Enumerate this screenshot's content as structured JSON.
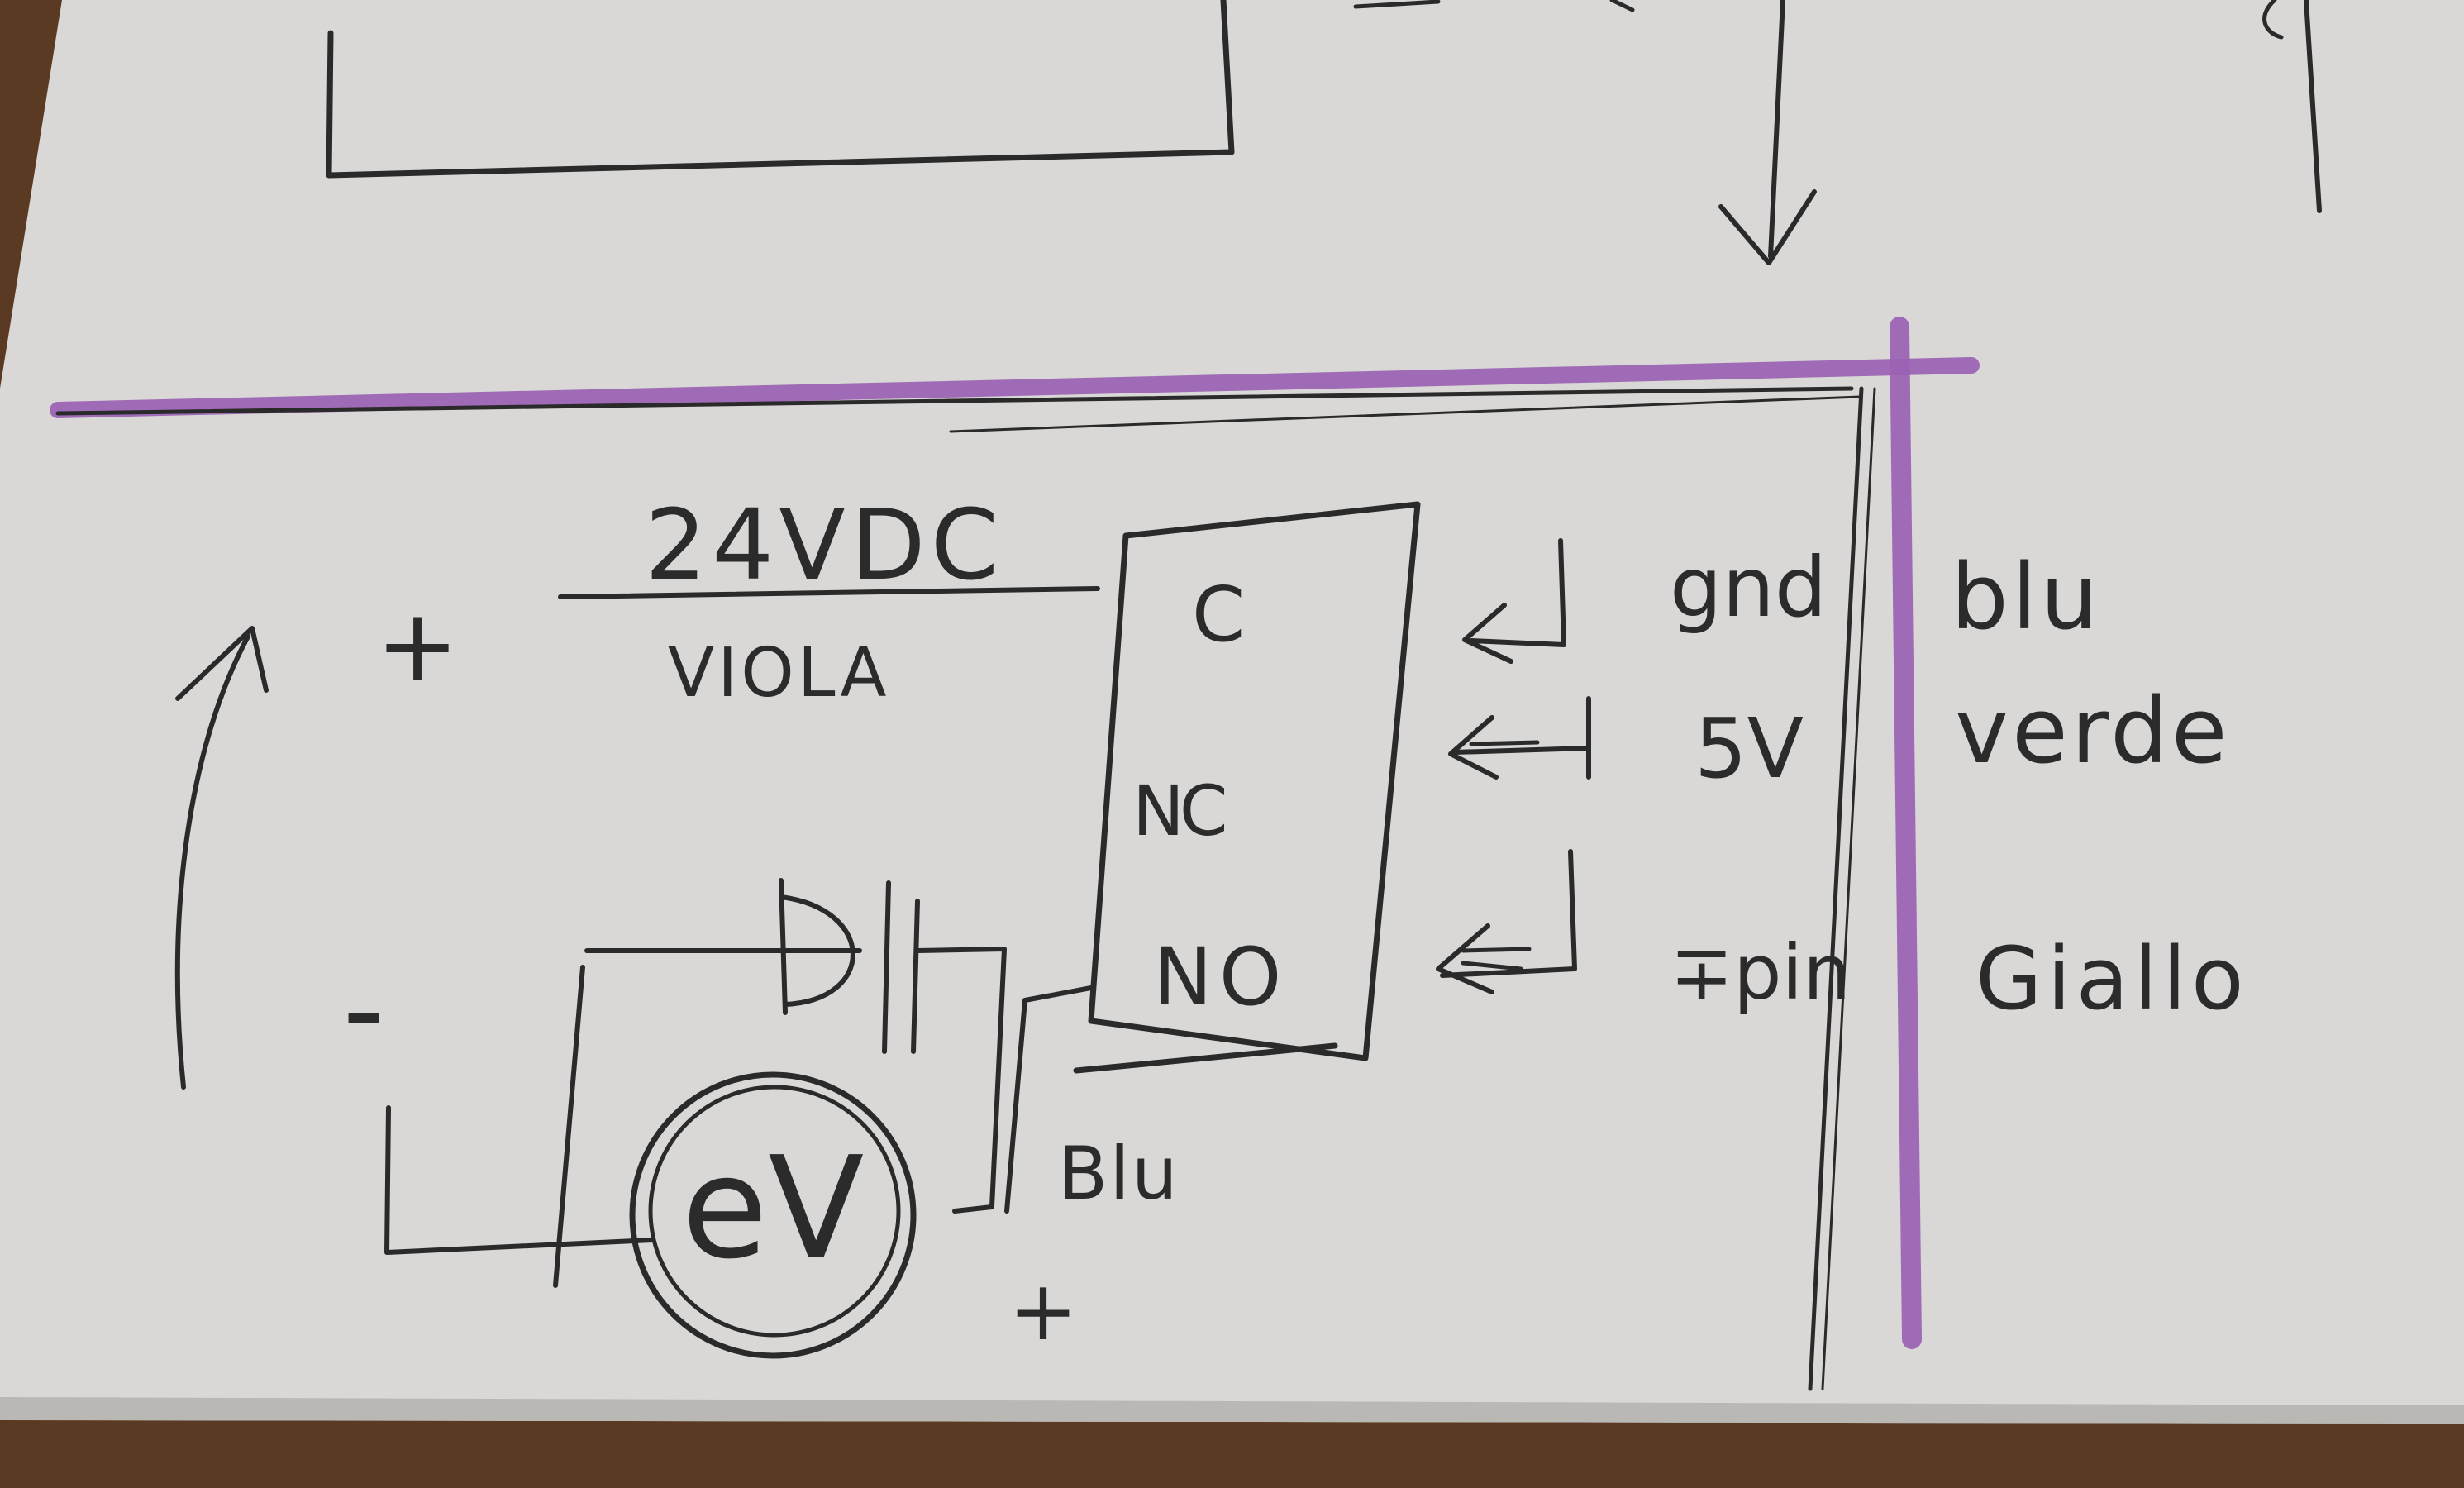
{
  "diagram": {
    "supply_voltage": "24VDC",
    "supply_wire_color": "VIOLA",
    "plus_sign": "+",
    "minus_sign": "-",
    "relay_terminals": {
      "common": "C",
      "normally_closed": "NC",
      "normally_open": "NO"
    },
    "connections": [
      {
        "signal": "gnd",
        "wire_color": "blu"
      },
      {
        "signal": "5V",
        "wire_color": "verde"
      },
      {
        "signal": "∓pin",
        "wire_color": "Giallo"
      }
    ],
    "solenoid_valve_label": "eV",
    "valve_wire_color": "Blu",
    "valve_plus_sign": "+"
  },
  "colors": {
    "paper": "#d9d8d6",
    "ink": "#2a2a2a",
    "highlighter": "#9b62b3",
    "table": "#5a3a22"
  }
}
